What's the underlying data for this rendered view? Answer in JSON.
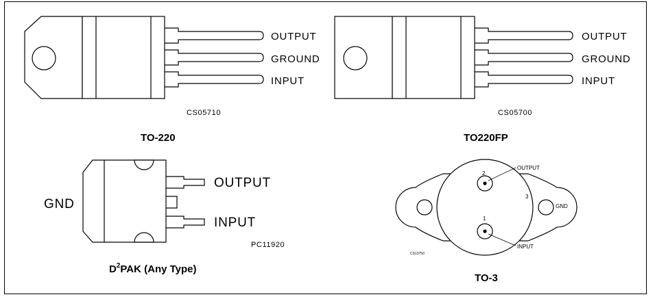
{
  "to220": {
    "pins": [
      "OUTPUT",
      "GROUND",
      "INPUT"
    ],
    "code": "CS05710",
    "title": "TO-220"
  },
  "to220fp": {
    "pins": [
      "OUTPUT",
      "GROUND",
      "INPUT"
    ],
    "code": "CS05700",
    "title": "TO220FP"
  },
  "d2pak": {
    "gnd": "GND",
    "output": "OUTPUT",
    "input": "INPUT",
    "code": "PC11920",
    "title_d": "D",
    "title_sup": "2",
    "title_rest": "PAK (Any Type)"
  },
  "to3": {
    "pin2": "2",
    "pin1": "1",
    "pin3": "3",
    "output": "OUTPUT",
    "input": "INPUT",
    "gnd": "GND",
    "code": "CS13750",
    "title": "TO-3"
  }
}
